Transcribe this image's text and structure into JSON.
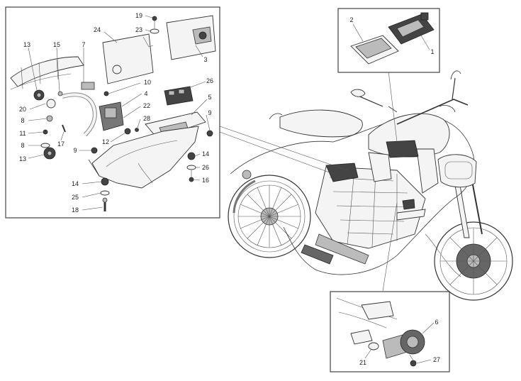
{
  "callouts": {
    "main": [
      {
        "id": "c19",
        "label": "19"
      },
      {
        "id": "c23",
        "label": "23"
      },
      {
        "id": "c24",
        "label": "24"
      },
      {
        "id": "c3",
        "label": "3"
      },
      {
        "id": "c13a",
        "label": "13"
      },
      {
        "id": "c15",
        "label": "15"
      },
      {
        "id": "c7",
        "label": "7"
      },
      {
        "id": "c10",
        "label": "10"
      },
      {
        "id": "c4",
        "label": "4"
      },
      {
        "id": "c26a",
        "label": "26"
      },
      {
        "id": "c5",
        "label": "5"
      },
      {
        "id": "c20",
        "label": "20"
      },
      {
        "id": "c22",
        "label": "22"
      },
      {
        "id": "c28",
        "label": "28"
      },
      {
        "id": "c8a",
        "label": "8"
      },
      {
        "id": "c9a",
        "label": "9"
      },
      {
        "id": "c11",
        "label": "11"
      },
      {
        "id": "c17",
        "label": "17"
      },
      {
        "id": "c8b",
        "label": "8"
      },
      {
        "id": "c12",
        "label": "12"
      },
      {
        "id": "c9b",
        "label": "9"
      },
      {
        "id": "c13b",
        "label": "13"
      },
      {
        "id": "c14a",
        "label": "14"
      },
      {
        "id": "c26b",
        "label": "26"
      },
      {
        "id": "c16",
        "label": "16"
      },
      {
        "id": "c14b",
        "label": "14"
      },
      {
        "id": "c25",
        "label": "25"
      },
      {
        "id": "c18",
        "label": "18"
      }
    ],
    "ecu": [
      {
        "id": "c2",
        "label": "2"
      },
      {
        "id": "c1",
        "label": "1"
      }
    ],
    "horn": [
      {
        "id": "c6",
        "label": "6"
      },
      {
        "id": "c21",
        "label": "21"
      },
      {
        "id": "c27",
        "label": "27"
      }
    ]
  }
}
